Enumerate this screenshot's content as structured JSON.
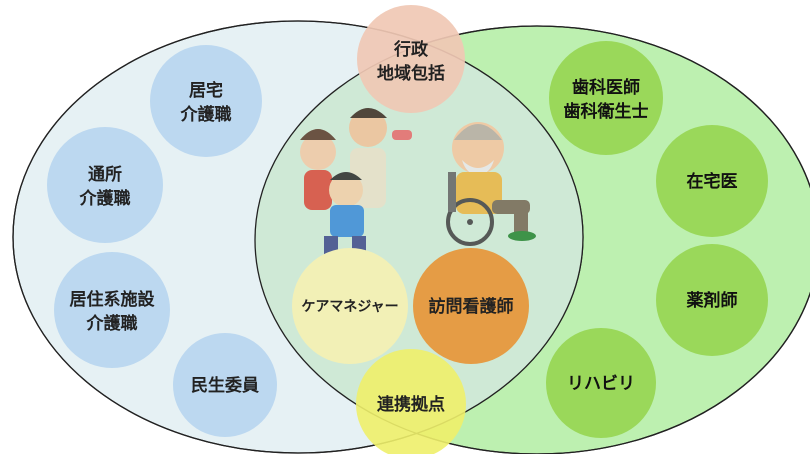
{
  "colors": {
    "left_set_fill": "#e6f1f4",
    "right_set_fill": "#bdf0b0",
    "outline": "#222222",
    "intersection_fill": "#cfe9d6",
    "left_node_fill": "#bcd8f0",
    "right_node_fill": "#9ad85a",
    "gyosei_fill": "#f0c8b4",
    "care_manager_fill": "#f2f0b6",
    "houmon_fill": "#e59c45",
    "renkei_fill": "#eef06a"
  },
  "top_node": {
    "line1": "行政",
    "line2": "地域包括"
  },
  "left_nodes": {
    "kyotaku": {
      "line1": "居宅",
      "line2": "介護職"
    },
    "tsusho": {
      "line1": "通所",
      "line2": "介護職"
    },
    "kyoju": {
      "line1": "居住系施設",
      "line2": "介護職"
    },
    "minsei": {
      "label": "民生委員"
    }
  },
  "right_nodes": {
    "shika": {
      "line1": "歯科医師",
      "line2": "歯科衛生士"
    },
    "zaitaku": {
      "label": "在宅医"
    },
    "yakuzaishi": {
      "label": "薬剤師"
    },
    "rehab": {
      "label": "リハビリ"
    }
  },
  "center_nodes": {
    "care_manager": {
      "label": "ケアマネジャー"
    },
    "houmon": {
      "label": "訪問看護師"
    }
  },
  "bottom_node": {
    "label": "連携拠点"
  },
  "illustrations": {
    "family": "family-illustration",
    "wheelchair": "wheelchair-elder-illustration"
  }
}
